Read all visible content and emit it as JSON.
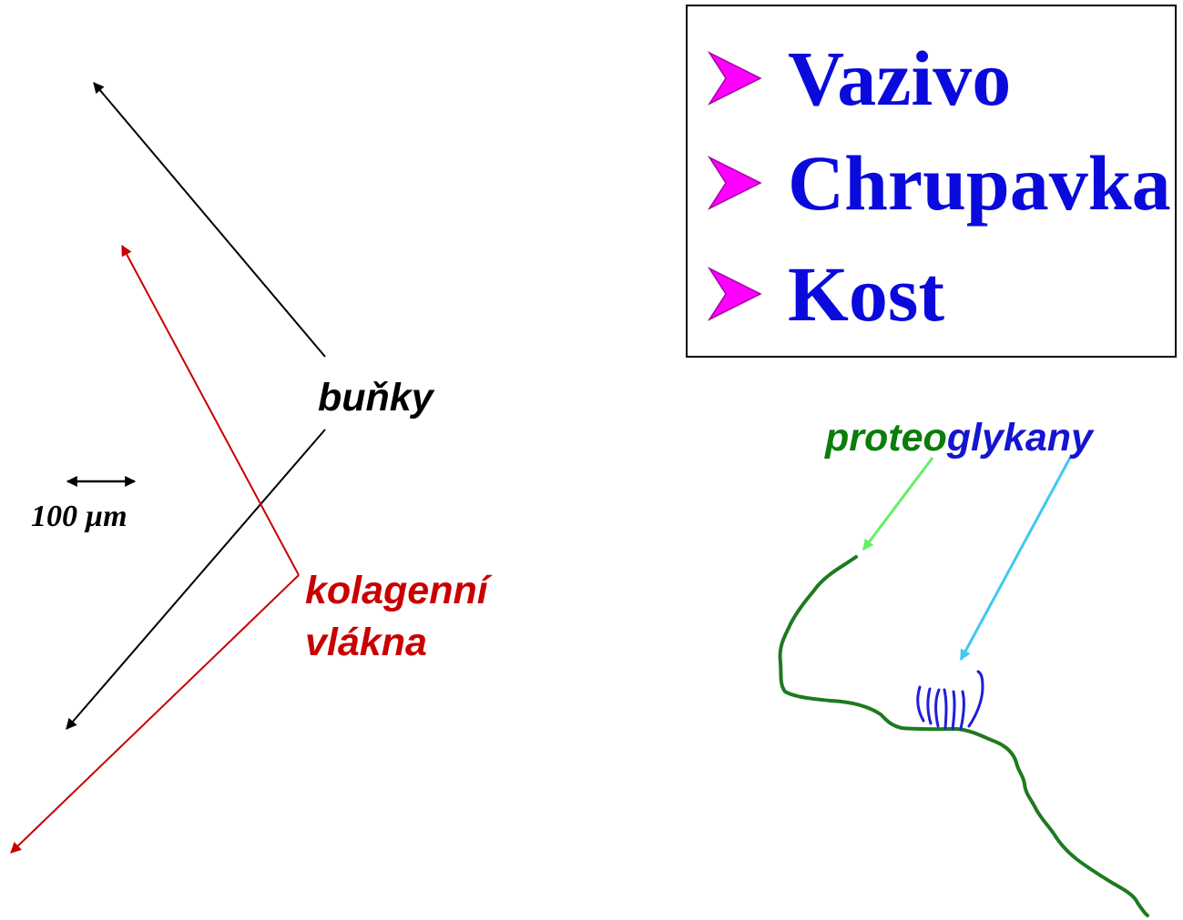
{
  "legend": {
    "items": [
      {
        "label": "Vazivo",
        "icon": "arrowhead-bullet-icon"
      },
      {
        "label": "Chrupavka",
        "icon": "arrowhead-bullet-icon"
      },
      {
        "label": "Kost",
        "icon": "arrowhead-bullet-icon"
      }
    ]
  },
  "labels": {
    "cells": "buňky",
    "scale": "100 µm",
    "collagen_line1": "kolagenní",
    "collagen_line2": "vlákna",
    "proteoglycans_part1": "proteo",
    "proteoglycans_part2": "glykany"
  },
  "colors": {
    "legend_text": "#0a0adc",
    "bullet": "#ff00ff",
    "cells": "#000000",
    "collagen": "#c80000",
    "proteo": "#0a7d0a",
    "glykany": "#1414d2",
    "proteo_arrow": "#66ee66",
    "glykany_arrow": "#40c8ef",
    "chain": "#1f7a1f",
    "side_chains": "#1e1ed8"
  }
}
